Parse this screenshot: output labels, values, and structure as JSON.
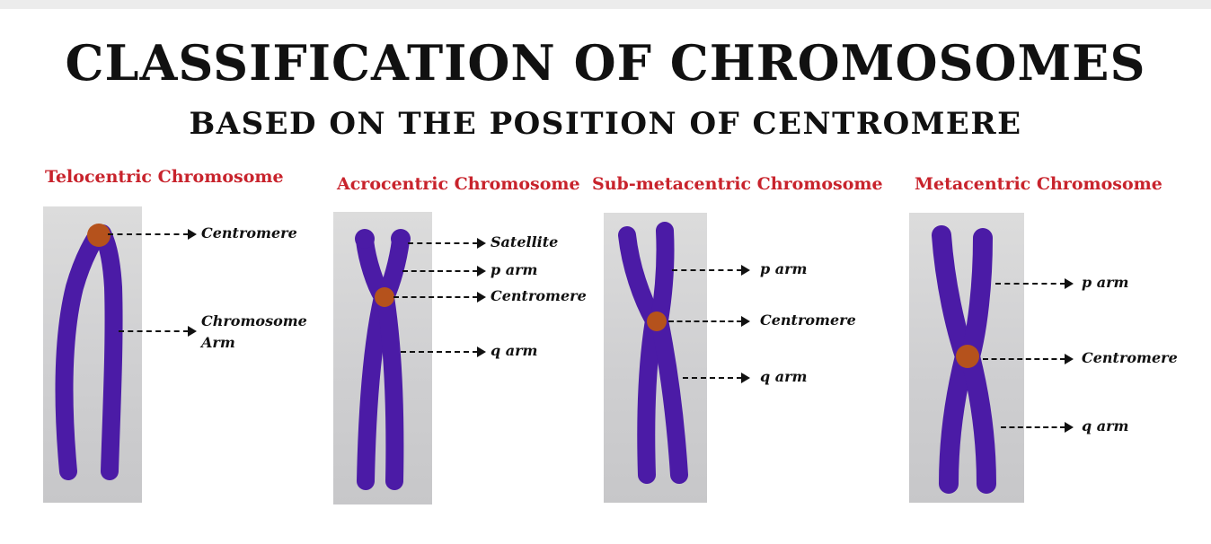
{
  "title": "CLASSIFICATION OF CHROMOSOMES",
  "subtitle": "BASED ON THE POSITION OF CENTROMERE",
  "colors": {
    "chromosome": "#4b1ba6",
    "centromere": "#b5521c",
    "heading_red": "#c8232c"
  },
  "panels": [
    {
      "title": "Telocentric Chromosome",
      "labels": [
        "Centromere",
        "Chromosome",
        "Arm"
      ]
    },
    {
      "title": "Acrocentric Chromosome",
      "labels": [
        "Satellite",
        "p arm",
        "Centromere",
        "q arm"
      ]
    },
    {
      "title": "Sub-metacentric Chromosome",
      "labels": [
        "p arm",
        "Centromere",
        "q arm"
      ]
    },
    {
      "title": "Metacentric Chromosome",
      "labels": [
        "p arm",
        "Centromere",
        "q arm"
      ]
    }
  ]
}
